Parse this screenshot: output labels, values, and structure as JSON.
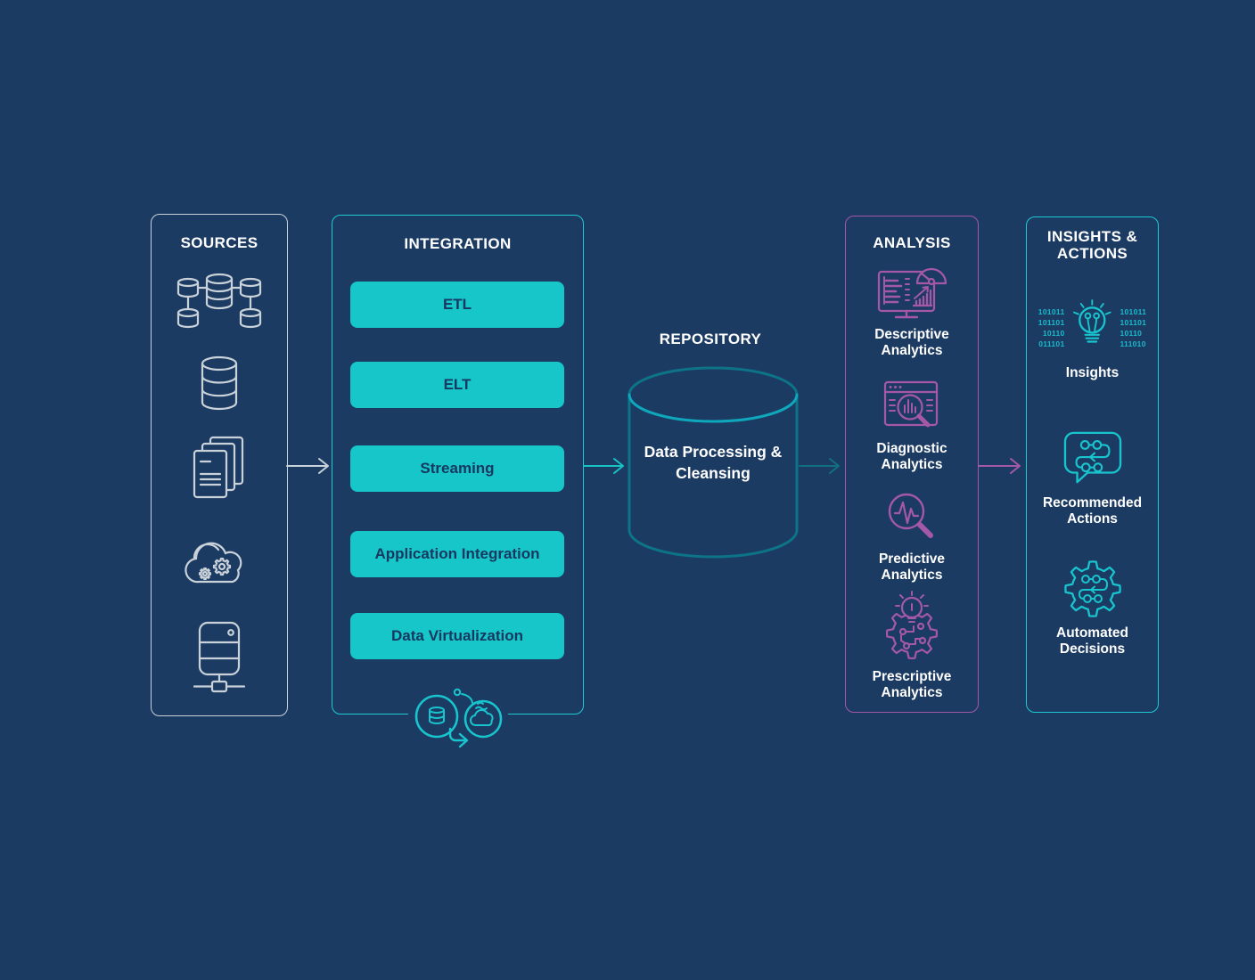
{
  "colors": {
    "background": "#1C3B63",
    "teal_accent": "#18C4CD",
    "teal_button_fill": "#16C6C9",
    "button_text_navy": "#173860",
    "purple_accent": "#A558A8",
    "gray_accent": "#C9D1D9",
    "cylinder_teal": "#0D7487",
    "title_white": "#FFFFFF"
  },
  "sources": {
    "title": "SOURCES",
    "icons": [
      "database-cluster-icon",
      "database-icon",
      "documents-icon",
      "cloud-gears-icon",
      "server-network-icon"
    ]
  },
  "integration": {
    "title": "INTEGRATION",
    "buttons": [
      "ETL",
      "ELT",
      "Streaming",
      "Application Integration",
      "Data Virtualization"
    ],
    "footer_icon": "data-migration-icon"
  },
  "repository": {
    "title": "REPOSITORY",
    "label": "Data Processing &\nCleansing"
  },
  "analysis": {
    "title": "ANALYSIS",
    "items": [
      {
        "label": "Descriptive\nAnalytics",
        "icon": "dashboard-gauge-icon"
      },
      {
        "label": "Diagnostic\nAnalytics",
        "icon": "browser-magnifier-icon"
      },
      {
        "label": "Predictive\nAnalytics",
        "icon": "magnifier-pulse-icon"
      },
      {
        "label": "Prescriptive\nAnalytics",
        "icon": "gear-lightbulb-icon"
      }
    ]
  },
  "insights": {
    "title": "INSIGHTS &\nACTIONS",
    "items": [
      {
        "label": "Insights",
        "icon": "lightbulb-binary-icon"
      },
      {
        "label": "Recommended\nActions",
        "icon": "chat-flow-icon"
      },
      {
        "label": "Automated\nDecisions",
        "icon": "gear-flow-icon"
      }
    ],
    "binary_left": "101011\n101101\n10110\n011101",
    "binary_right": "101011\n101101\n10110\n111010"
  }
}
